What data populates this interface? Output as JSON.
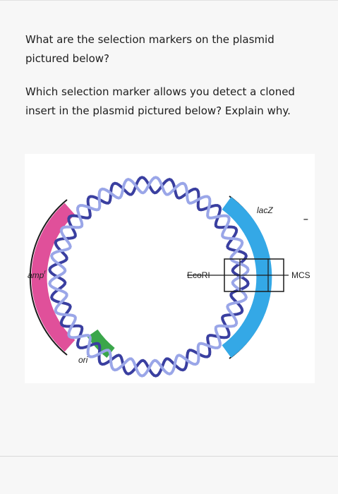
{
  "question_1": "What are the selection markers on the plasmid pictured below?",
  "question_2": "Which selection marker allows you detect a cloned insert in the plasmid pictured below? Explain why.",
  "figure": {
    "labels": {
      "amp": "amp",
      "amp_sup": "r",
      "ori": "ori",
      "lacz": "lacZ",
      "ecori": "EcoRI",
      "mcs": "MCS",
      "dash": "–"
    },
    "colors": {
      "helix_dark": "#3a3fa0",
      "helix_light": "#9aa6e8",
      "ampr_segment": "#e0509a",
      "lacz_segment": "#34a8e6",
      "ori_segment": "#3aa64a"
    }
  }
}
